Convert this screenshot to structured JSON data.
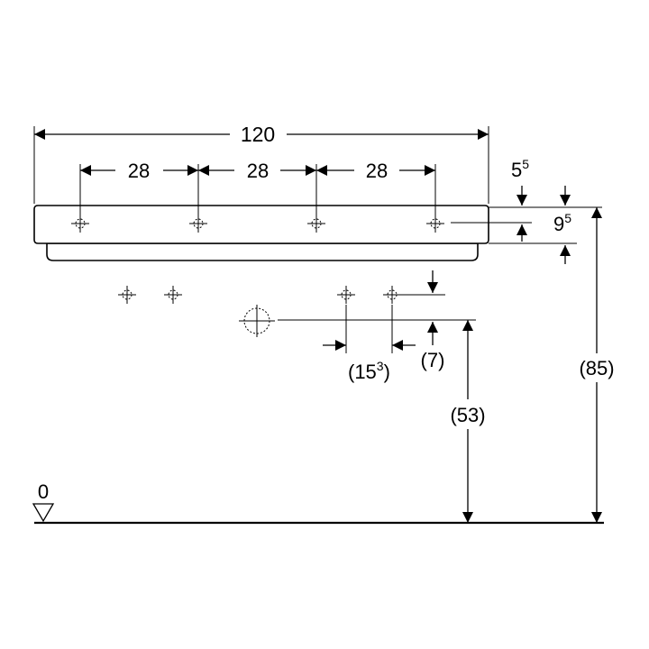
{
  "drawing": {
    "overall_width": "120",
    "tap_spacing": [
      "28",
      "28",
      "28"
    ],
    "dim_top_offset": {
      "base": "5",
      "sup": "5"
    },
    "dim_rim_height": {
      "base": "9",
      "sup": "5"
    },
    "dim_drain_spacing": {
      "open": "(15",
      "sup": "3",
      "close": ")"
    },
    "dim_drain_offset": "(7)",
    "dim_drain_height": "(53)",
    "dim_total_height": "(85)",
    "floor_level": "0"
  }
}
